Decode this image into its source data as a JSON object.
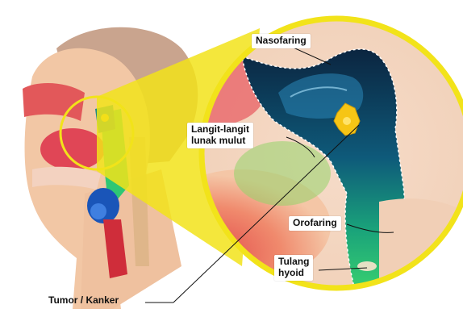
{
  "labels": {
    "nasofaring": "Nasofaring",
    "langit": "Langit-langit\nlunak mulut",
    "orofaring": "Orofaring",
    "tulang": "Tulang\nhyoid",
    "tumor": "Tumor / Kanker"
  },
  "colors": {
    "highlight": "#f2e31a",
    "airway_dark": "#0d2f52",
    "airway_green": "#2fd07a",
    "skin": "#f0c8a8",
    "tissue_red": "#e0504f",
    "tumor": "#f6c515"
  }
}
